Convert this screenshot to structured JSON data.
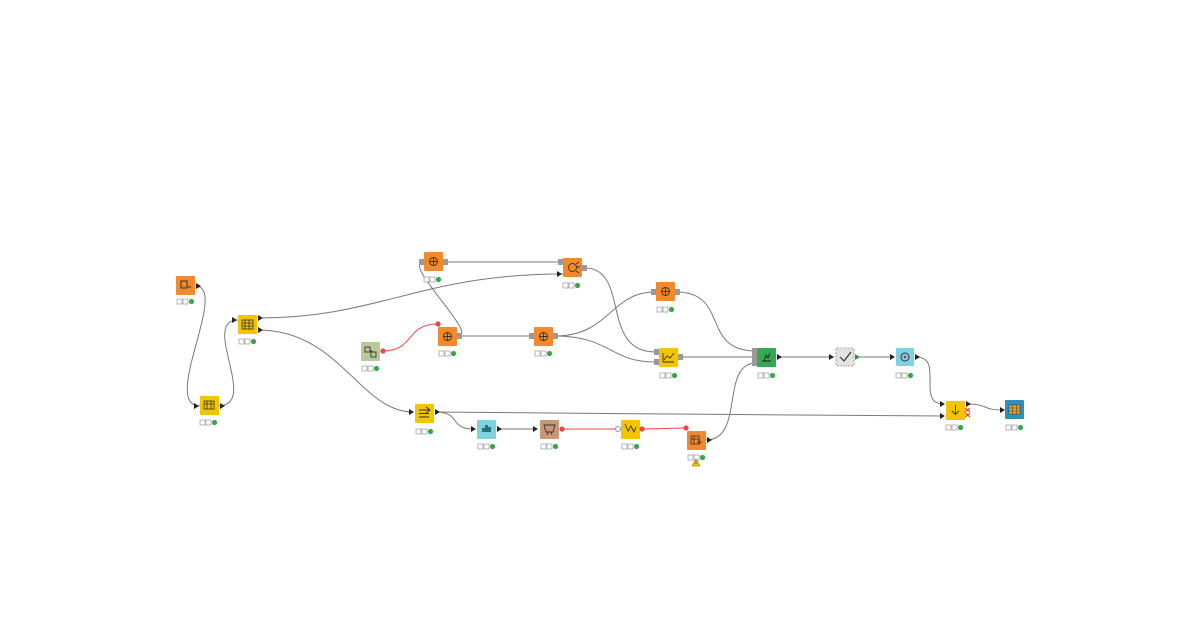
{
  "colors": {
    "canvas_background": "#ffffff",
    "connection": "#7a7a7a",
    "flow_variable_connection": "#ee4444",
    "manipulator_node": "#f5c400",
    "source_node": "#f08a2c",
    "learner_node": "#34a853",
    "sink_node": "#2e8fb8",
    "visualizer_node": "#7fd0e0",
    "flow_variable_node": "#b7c99a",
    "predictor_node": "#c99874",
    "metanode": "#e3e3e3",
    "status_executed": "#3aa64a",
    "status_idle": "#ffffff",
    "warning": "#f5c400"
  },
  "workflow": {
    "nodes": [
      {
        "id": "node-1",
        "category": "source",
        "icon": "file-reader-icon",
        "status": "executed"
      },
      {
        "id": "node-2",
        "category": "manipulator",
        "icon": "table-icon",
        "status": "executed"
      },
      {
        "id": "node-3",
        "category": "manipulator",
        "icon": "column-filter-icon",
        "status": "executed"
      },
      {
        "id": "node-4",
        "category": "flow-variable",
        "icon": "flow-variable-icon",
        "status": "executed"
      },
      {
        "id": "node-5",
        "category": "source",
        "icon": "python-icon",
        "status": "executed"
      },
      {
        "id": "node-6",
        "category": "source",
        "icon": "python-icon",
        "status": "executed"
      },
      {
        "id": "node-7",
        "category": "source",
        "icon": "python-icon",
        "status": "executed"
      },
      {
        "id": "node-8",
        "category": "source",
        "icon": "python-script-icon",
        "status": "executed"
      },
      {
        "id": "node-9",
        "category": "source",
        "icon": "python-icon",
        "status": "executed"
      },
      {
        "id": "node-10",
        "category": "manipulator",
        "icon": "line-plot-icon",
        "status": "executed"
      },
      {
        "id": "node-11",
        "category": "learner",
        "icon": "learner-icon",
        "status": "executed"
      },
      {
        "id": "node-12",
        "category": "metanode",
        "icon": "check-icon",
        "status": "none"
      },
      {
        "id": "node-13",
        "category": "visualizer",
        "icon": "record-icon",
        "status": "executed"
      },
      {
        "id": "node-14",
        "category": "manipulator",
        "icon": "partitioning-icon",
        "status": "executed"
      },
      {
        "id": "node-15",
        "category": "visualizer",
        "icon": "scatter-icon",
        "status": "executed"
      },
      {
        "id": "node-16",
        "category": "predictor",
        "icon": "predictor-icon",
        "status": "executed"
      },
      {
        "id": "node-17",
        "category": "manipulator",
        "icon": "math-formula-icon",
        "status": "executed"
      },
      {
        "id": "node-18",
        "category": "source",
        "icon": "table-creator-icon",
        "status": "executed",
        "warning": true
      },
      {
        "id": "node-19",
        "category": "manipulator",
        "icon": "joiner-icon",
        "status": "executed"
      },
      {
        "id": "node-20",
        "category": "sink",
        "icon": "table-view-icon",
        "status": "executed"
      }
    ]
  }
}
